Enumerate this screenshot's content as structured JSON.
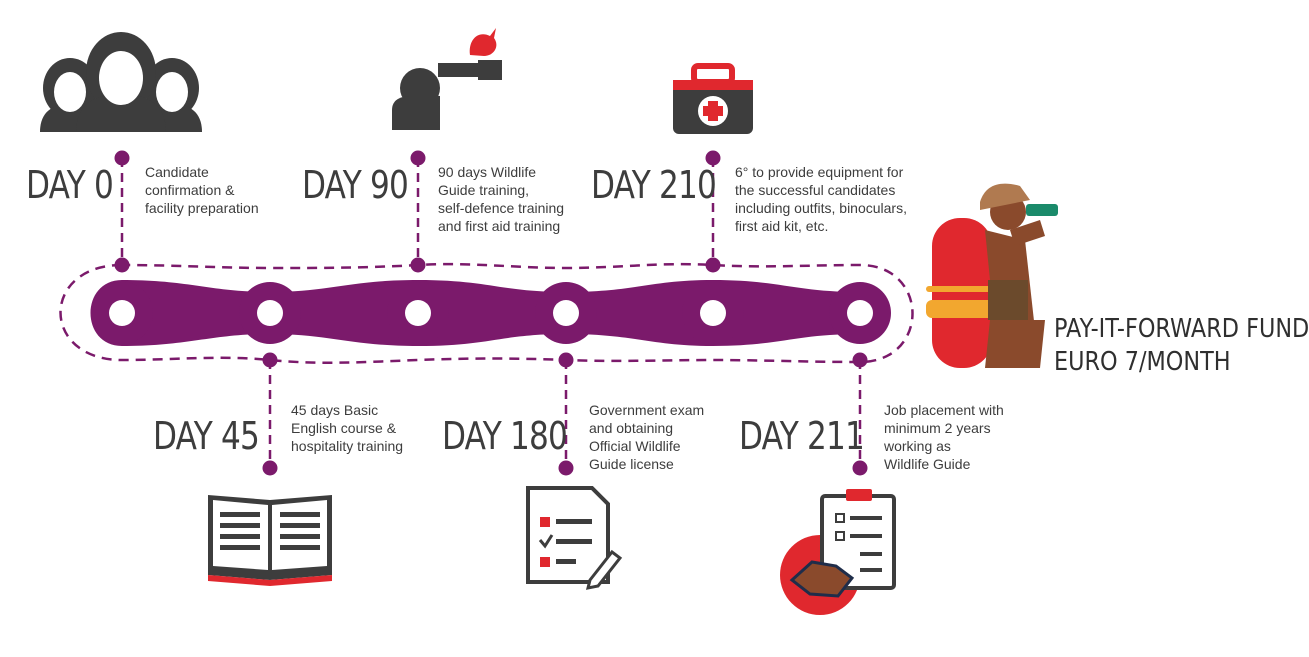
{
  "colors": {
    "purple": "#7b1a6b",
    "dark": "#3d3d3d",
    "red": "#e0282e",
    "skin": "#8a4a2c"
  },
  "steps": [
    {
      "day": "DAY 0",
      "description": "Candidate\nconfirmation &\nfacility preparation",
      "icon": "people-group-icon"
    },
    {
      "day": "DAY 45",
      "description": "45 days Basic\nEnglish course &\nhospitality training",
      "icon": "open-book-icon"
    },
    {
      "day": "DAY 90",
      "description": "90 days Wildlife\nGuide training,\nself-defence training\nand first aid training",
      "icon": "birdwatcher-icon"
    },
    {
      "day": "DAY 180",
      "description": "Government exam\nand obtaining\nOfficial Wildlife\nGuide license",
      "icon": "exam-checklist-icon"
    },
    {
      "day": "DAY 210",
      "description": "6° to provide equipment for\nthe successful candidates\nincluding outfits, binoculars,\nfirst aid kit, etc.",
      "icon": "first-aid-kit-icon"
    },
    {
      "day": "DAY 211",
      "description": "Job placement with\nminimum 2 years\nworking as\nWildlife Guide",
      "icon": "handshake-clipboard-icon"
    }
  ],
  "fund": {
    "line1": "PAY-IT-FORWARD FUND",
    "line2": "EURO 7/MONTH",
    "icon": "explorer-with-binoculars-icon"
  }
}
